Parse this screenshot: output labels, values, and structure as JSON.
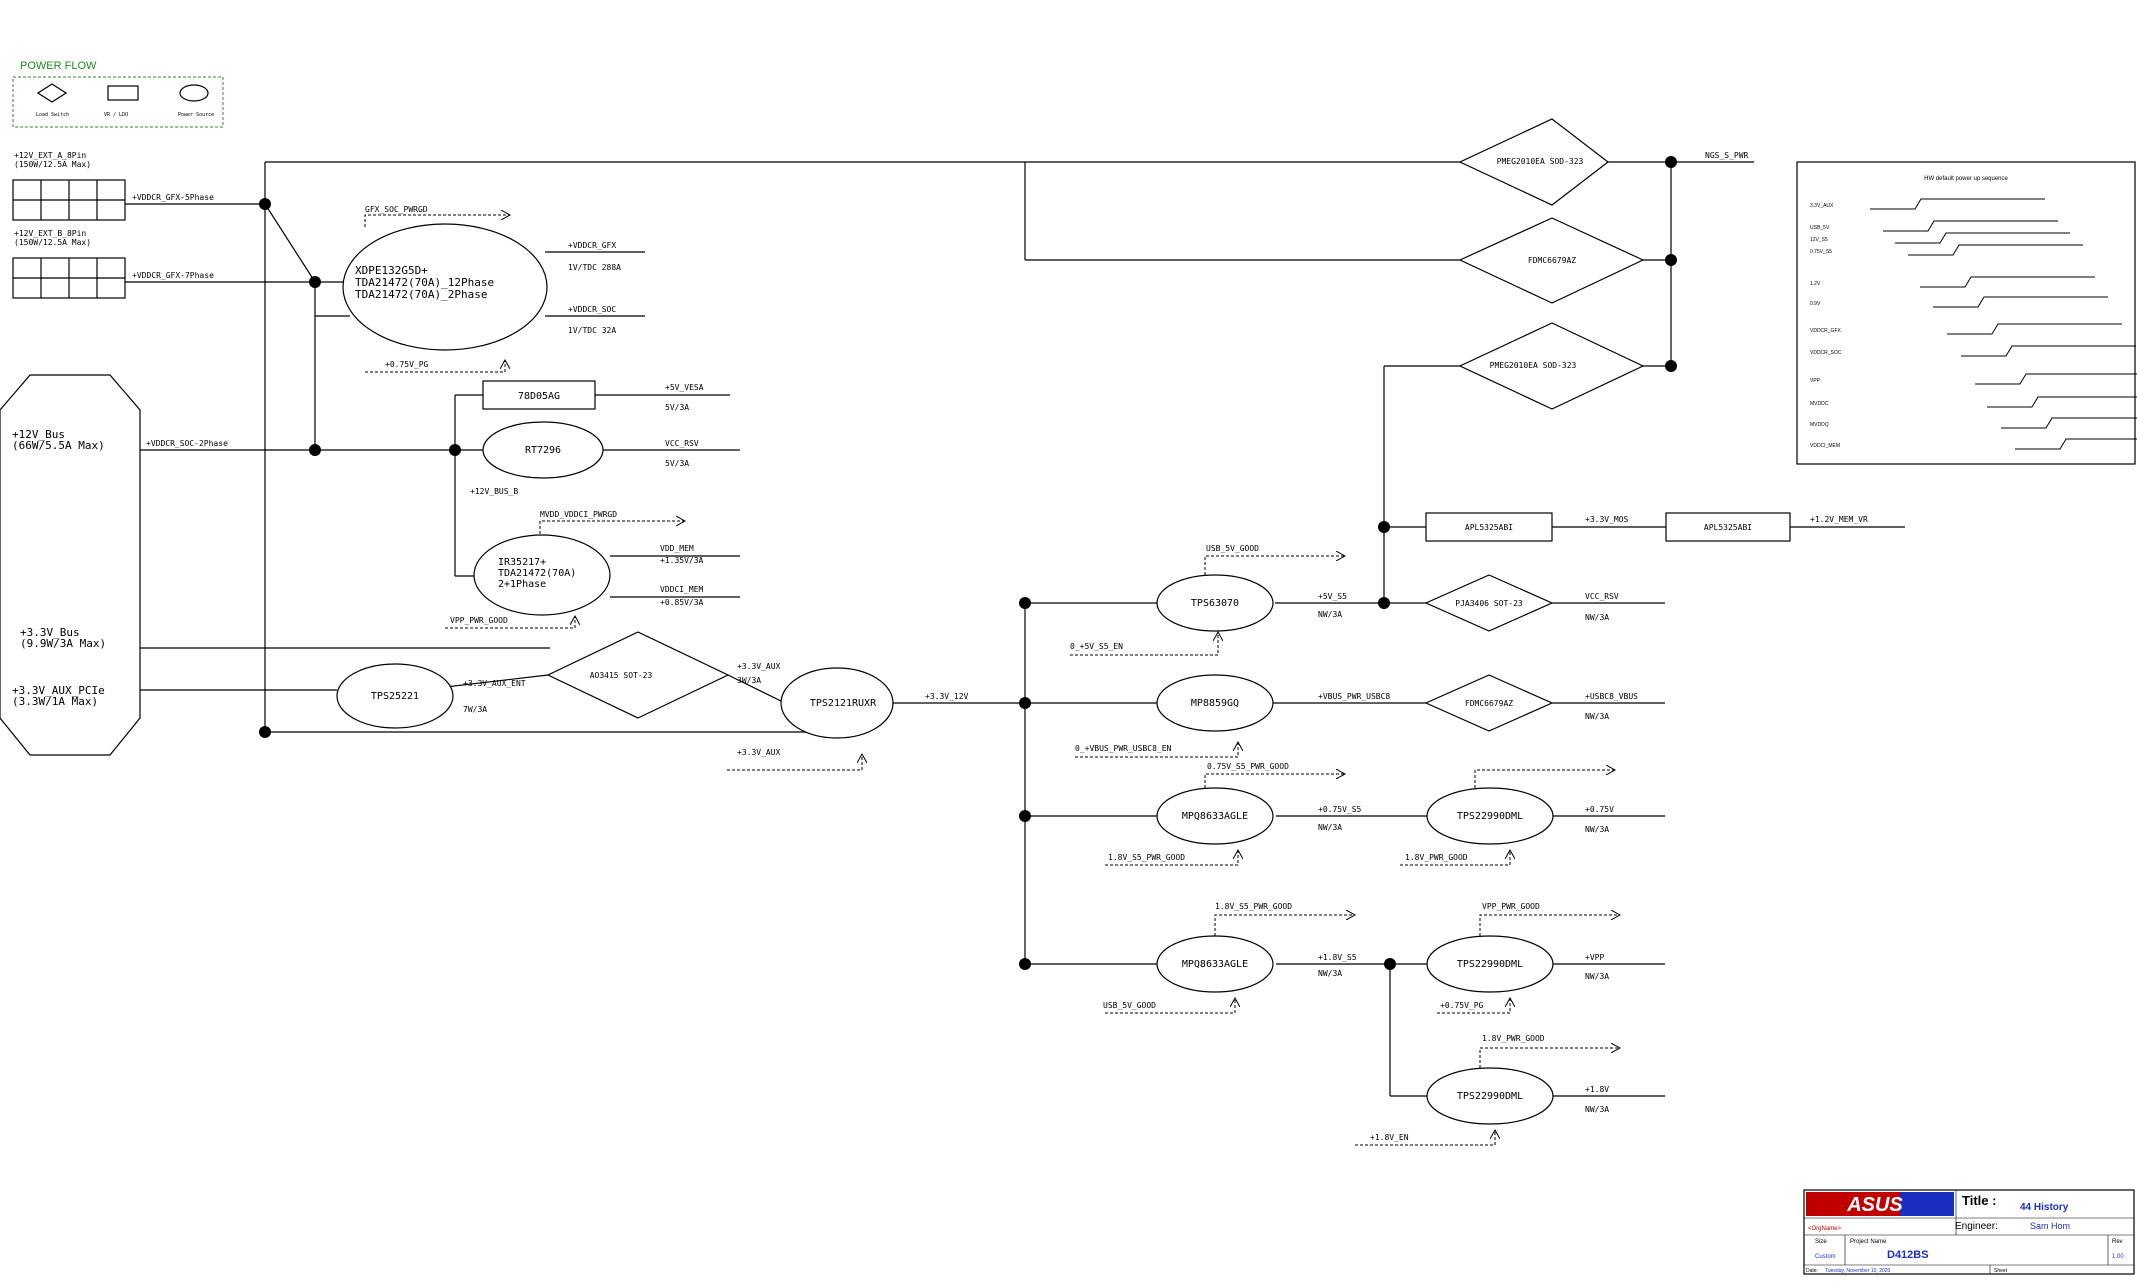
{
  "legend": {
    "title": "POWER FLOW",
    "items": [
      "Load Switch",
      "VR / LDO",
      "Power Source"
    ]
  },
  "inputs": {
    "ext_a": {
      "name": "+12V_EXT_A_8Pin",
      "spec": "(150W/12.5A Max)"
    },
    "ext_b": {
      "name": "+12V_EXT_B_8Pin",
      "spec": "(150W/12.5A Max)"
    },
    "bus12": {
      "name": "+12V_Bus",
      "spec": "(66W/5.5A Max)"
    },
    "bus33": {
      "name": "+3.3V_Bus",
      "spec": "(9.9W/3A Max)"
    },
    "aux33": {
      "name": "+3.3V_AUX_PCIe",
      "spec": "(3.3W/1A Max)"
    }
  },
  "nets": {
    "gfx5": "+VDDCR_GFX-5Phase",
    "gfx7": "+VDDCR_GFX-7Phase",
    "soc2": "+VDDCR_SOC-2Phase",
    "gfx_soc_pwrgd": "GFX_SOC_PWRGD",
    "vddcr_gfx": "+VDDCR_GFX",
    "gfx_tdc": "1V/TDC 288A",
    "vddcr_soc": "+VDDCR_SOC",
    "soc_tdc": "1V/TDC 32A",
    "pg075_a": "+0.75V_PG",
    "v5_vesa": "+5V_VESA",
    "v5_3a_a": "5V/3A",
    "vcc_rsv_a": "VCC_RSV",
    "v5_3a_b": "5V/3A",
    "v12_bus_b": "+12V_BUS_B",
    "mvdd_pwrgd": "MVDD_VDDCI_PWRGD",
    "vdd_mem": "VDD_MEM",
    "v135_3a": "+1.35V/3A",
    "vddci_mem": "VDDCI_MEM",
    "v085_3a": "+0.85V/3A",
    "vpp_pwr_good_a": "VPP_PWR_GOOD",
    "ngs_s_pwr": "NGS_S_PWR",
    "aux33_en": "+3.3V_AUX_ENT",
    "w7_3a": "7W/3A",
    "aux33_a": "+3.3V_AUX",
    "w3_3a": "3W/3A",
    "aux33_b": "+3.3V_AUX",
    "v33_12v": "+3.3V_12V",
    "usb_5v_good": "USB_5V_GOOD",
    "en_5v_s5": "0_+5V_S5_EN",
    "v5_s5": "+5V_S5",
    "nw3a_1": "NW/3A",
    "vcc_rsv_b": "VCC_RSV",
    "nw3a_2": "NW/3A",
    "v33_mos": "+3.3V_MOS",
    "v12_mem_vr": "+1.2V_MEM_VR",
    "vbus_pwr": "+VBUS_PWR_USBC8",
    "usbc_vbus": "+USBC8_VBUS",
    "nw3a_3": "NW/3A",
    "vbus_en": "0_+VBUS_PWR_USBC8_EN",
    "pg075_s5": "0.75V_S5_PWR_GOOD",
    "v075_s5": "+0.75V_S5",
    "nw3a_4": "NW/3A",
    "v075": "+0.75V",
    "nw3a_5": "NW/3A",
    "pg18_s5": "1.8V_S5_PWR_GOOD",
    "pg18": "1.8V_PWR_GOOD",
    "pg18_s5_b": "1.8V_S5_PWR_GOOD",
    "v18_s5": "+1.8V_S5",
    "nw3a_6": "NW/3A",
    "vpp_pwr_good_b": "VPP_PWR_GOOD",
    "vpp": "+VPP",
    "nw3a_7": "NW/3A",
    "usb_5v_good_b": "USB_5V_GOOD",
    "pg075_b": "+0.75V_PG",
    "pg18_c": "1.8V_PWR_GOOD",
    "v18": "+1.8V",
    "nw3a_8": "NW/3A",
    "v18_en": "+1.8V_EN"
  },
  "components": {
    "xdpe": [
      "XDPE132G5D+",
      "TDA21472(70A)_12Phase",
      "TDA21472(70A)_2Phase"
    ],
    "ldo78": "78D05AG",
    "rt7296": "RT7296",
    "ir35217": [
      "IR35217+",
      "TDA21472(70A)",
      "2+1Phase"
    ],
    "tps25221": "TPS25221",
    "ao3415": "AO3415 SOT-23",
    "tps2121": "TPS2121RUXR",
    "pmeg_a": "PMEG2010EA SOD-323",
    "fdmc_a": "FDMC6679AZ",
    "pmeg_b": "PMEG2010EA SOD-323",
    "apl_a": "APL5325ABI",
    "apl_b": "APL5325ABI",
    "tps63070": "TPS63070",
    "pja3406": "PJA3406 SOT-23",
    "mp8859": "MP8859GQ",
    "fdmc_b": "FDMC6679AZ",
    "mpq_a": "MPQ8633AGLE",
    "tps_a": "TPS22990DML",
    "mpq_b": "MPQ8633AGLE",
    "tps_b": "TPS22990DML",
    "tps_c": "TPS22990DML"
  },
  "sequence": {
    "title": "HW default power up sequence",
    "rows": [
      "3.3V_AUX",
      "USB_5V",
      "12V_S5",
      "0.75V_S5",
      "1.2V",
      "0.9V",
      "VDDCR_GFX",
      "VDDCR_SOC",
      "VPP",
      "MVDDC",
      "MVDDQ",
      "VDDCI_MEM"
    ]
  },
  "title_block": {
    "logo": "ASUS",
    "title_label": "Title :",
    "title": "44 History",
    "org": "<OrgName>",
    "engineer_label": "Engineer:",
    "engineer": "Sam Hom",
    "size_label": "Size",
    "size": "Custom",
    "project_label": "Project Name",
    "project": "D412BS",
    "rev_label": "Rev",
    "rev": "1.00",
    "date_label": "Date:",
    "date": "Tuesday, November 10, 2020",
    "sheet_label": "Sheet"
  },
  "colors": {
    "line": "#000000",
    "legend_border": "#2e8b2e",
    "legend_title": "#1f8a1f",
    "title_blue": "#1a2fc0",
    "org_red": "#c00000"
  }
}
